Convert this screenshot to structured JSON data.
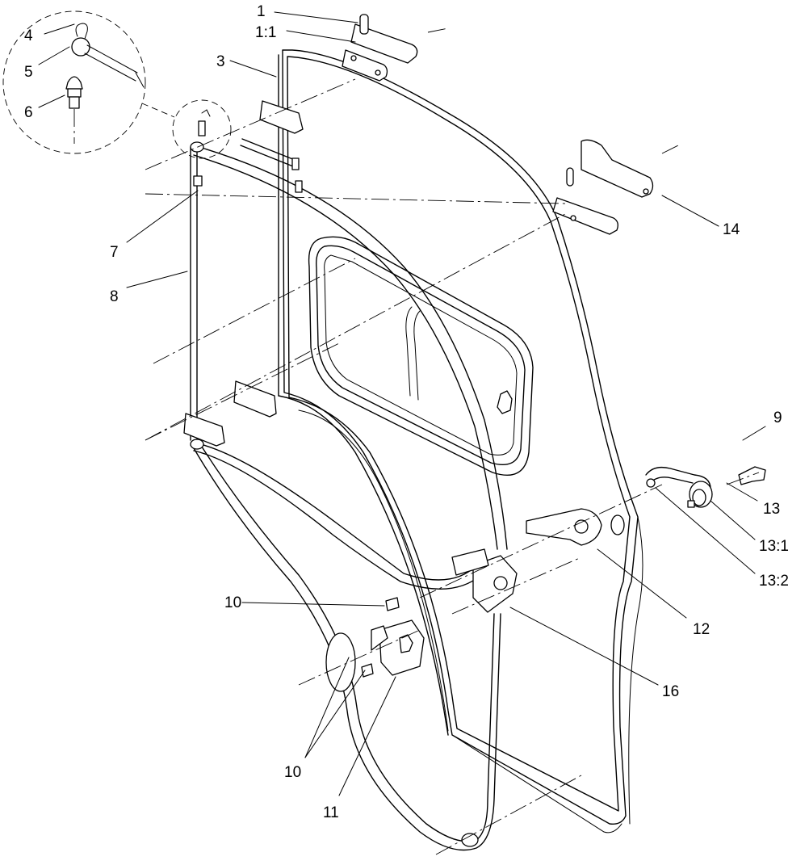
{
  "callouts": [
    {
      "id": "c1",
      "text": "1"
    },
    {
      "id": "c1_1",
      "text": "1:1"
    },
    {
      "id": "c3",
      "text": "3"
    },
    {
      "id": "c4",
      "text": "4"
    },
    {
      "id": "c5",
      "text": "5"
    },
    {
      "id": "c6",
      "text": "6"
    },
    {
      "id": "c7",
      "text": "7"
    },
    {
      "id": "c8",
      "text": "8"
    },
    {
      "id": "c9",
      "text": "9"
    },
    {
      "id": "c10a",
      "text": "10"
    },
    {
      "id": "c10b",
      "text": "10"
    },
    {
      "id": "c11",
      "text": "11"
    },
    {
      "id": "c12",
      "text": "12"
    },
    {
      "id": "c13",
      "text": "13"
    },
    {
      "id": "c13_1",
      "text": "13:1"
    },
    {
      "id": "c13_2",
      "text": "13:2"
    },
    {
      "id": "c14",
      "text": "14"
    },
    {
      "id": "c16",
      "text": "16"
    }
  ]
}
